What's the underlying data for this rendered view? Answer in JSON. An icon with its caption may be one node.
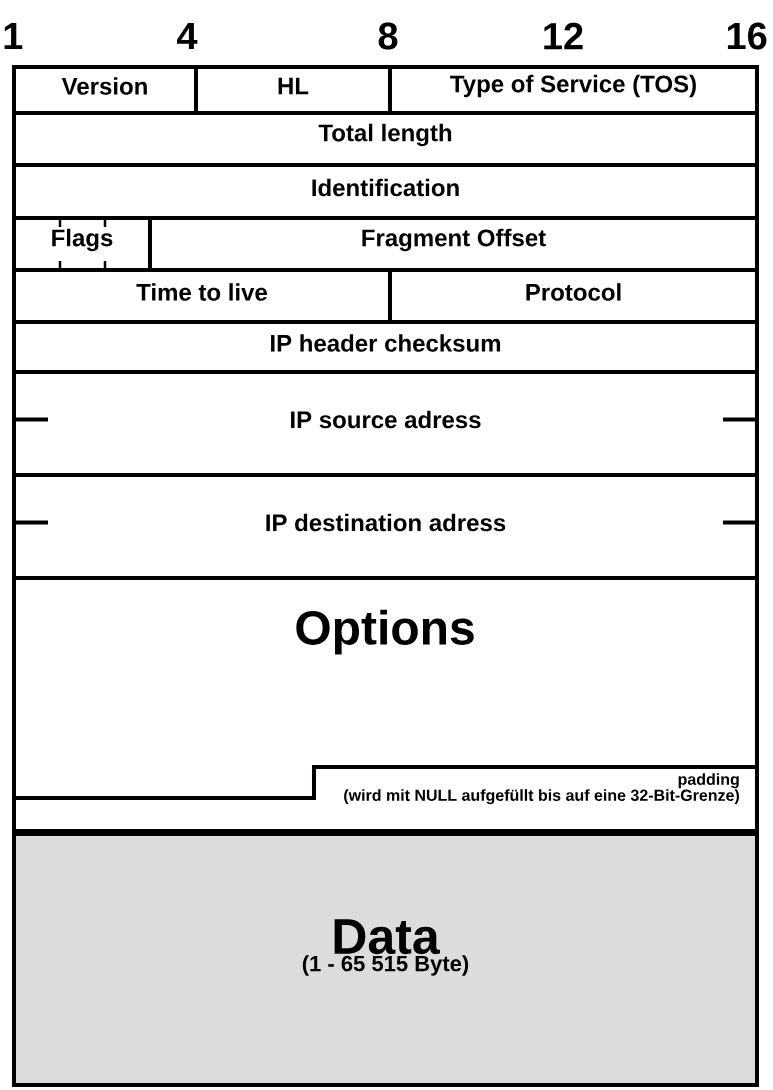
{
  "diagram": {
    "nodes": [
      {
        "text": [
          "Version"
        ]
      },
      {
        "text": [
          "HL"
        ]
      },
      {
        "text": [
          "Type of Service (TOS)"
        ]
      },
      {
        "text": [
          "Total length"
        ]
      },
      {
        "text": [
          "Identification"
        ]
      },
      {
        "text": [
          "Flags"
        ]
      },
      {
        "text": [
          "Fragment Offset"
        ]
      },
      {
        "text": [
          "Time to live"
        ]
      },
      {
        "text": [
          "Protocol"
        ]
      },
      {
        "text": [
          "IP header checksum"
        ]
      },
      {
        "text": [
          "IP source adress"
        ]
      },
      {
        "text": [
          "IP destination adress"
        ]
      },
      {
        "text": [
          "Options"
        ]
      },
      {
        "text": [
          "padding",
          "(wird mit NULL aufgefüllt bis auf eine 32-Bit-Grenze)"
        ]
      },
      {
        "text": [
          "Data",
          "(1 - 65 515 Byte)"
        ]
      }
    ],
    "labels": [
      "1",
      "4",
      "8",
      "12",
      "16"
    ]
  }
}
